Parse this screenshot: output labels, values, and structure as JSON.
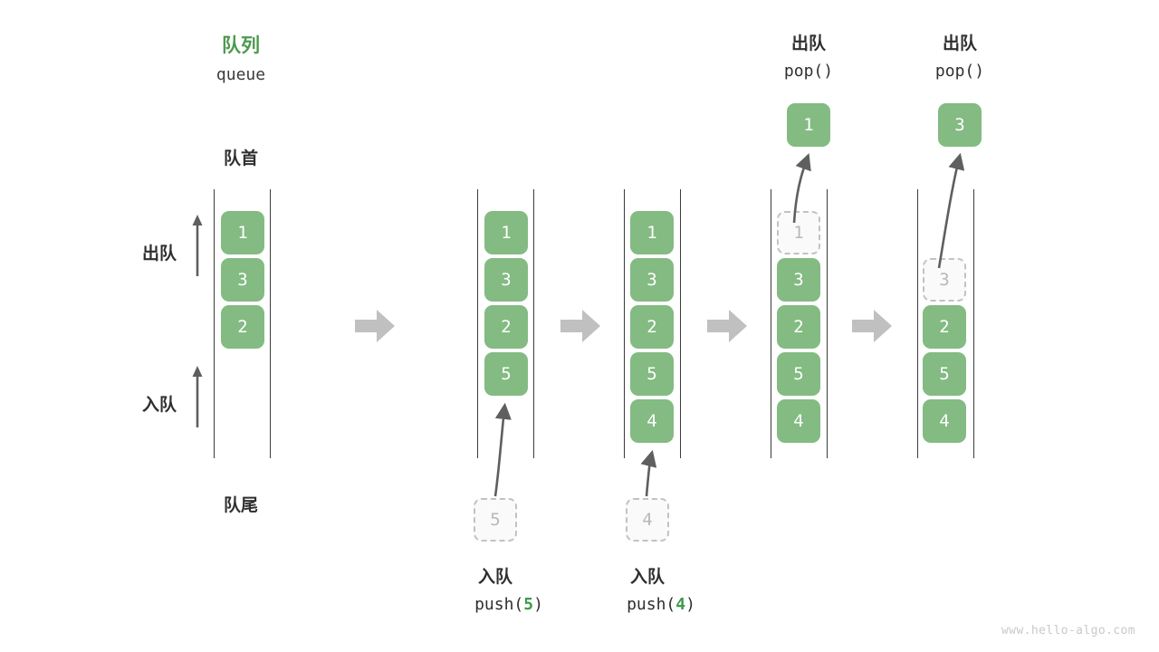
{
  "diagram": {
    "title_cn": "队列",
    "title_en": "queue",
    "head_label": "队首",
    "tail_label": "队尾",
    "dequeue_label": "出队",
    "enqueue_label": "入队",
    "watermark": "www.hello-algo.com",
    "colors": {
      "cell_fill": "#83bb82",
      "cell_text": "#ffffff",
      "ghost_fill": "#fafafa",
      "ghost_border": "#c2c2c2",
      "ghost_text": "#b8b8b8",
      "accent_green": "#4c9a4f",
      "rail": "#3c3c3c",
      "step_arrow": "#c0c0c0",
      "motion_arrow": "#5f5f5f",
      "text": "#2f2f2f"
    }
  },
  "stages": [
    {
      "id": "stage-1",
      "name": "initial-queue",
      "cells": [
        "1",
        "3",
        "2"
      ],
      "ghost_index": null,
      "ghost_value": null
    },
    {
      "id": "stage-2",
      "name": "after-push-5",
      "cells": [
        "1",
        "3",
        "2",
        "5"
      ],
      "ghost_index": null,
      "ghost_value": null
    },
    {
      "id": "stage-3",
      "name": "after-push-4",
      "cells": [
        "1",
        "3",
        "2",
        "5",
        "4"
      ],
      "ghost_index": null,
      "ghost_value": null
    },
    {
      "id": "stage-4",
      "name": "pop-1",
      "cells": [
        "1",
        "3",
        "2",
        "5",
        "4"
      ],
      "ghost_index": 0,
      "ghost_value": "1"
    },
    {
      "id": "stage-5",
      "name": "pop-3",
      "cells": [
        "3",
        "2",
        "5",
        "4"
      ],
      "ghost_index": 0,
      "ghost_value": "3"
    }
  ],
  "operations": {
    "push_5": {
      "label_cn": "入队",
      "call_prefix": "push(",
      "call_value": "5",
      "call_suffix": ")",
      "source_value": "5"
    },
    "push_4": {
      "label_cn": "入队",
      "call_prefix": "push(",
      "call_value": "4",
      "call_suffix": ")",
      "source_value": "4"
    },
    "pop_1": {
      "label_cn": "出队",
      "call": "pop()",
      "popped_value": "1"
    },
    "pop_2": {
      "label_cn": "出队",
      "call": "pop()",
      "popped_value": "3"
    }
  }
}
